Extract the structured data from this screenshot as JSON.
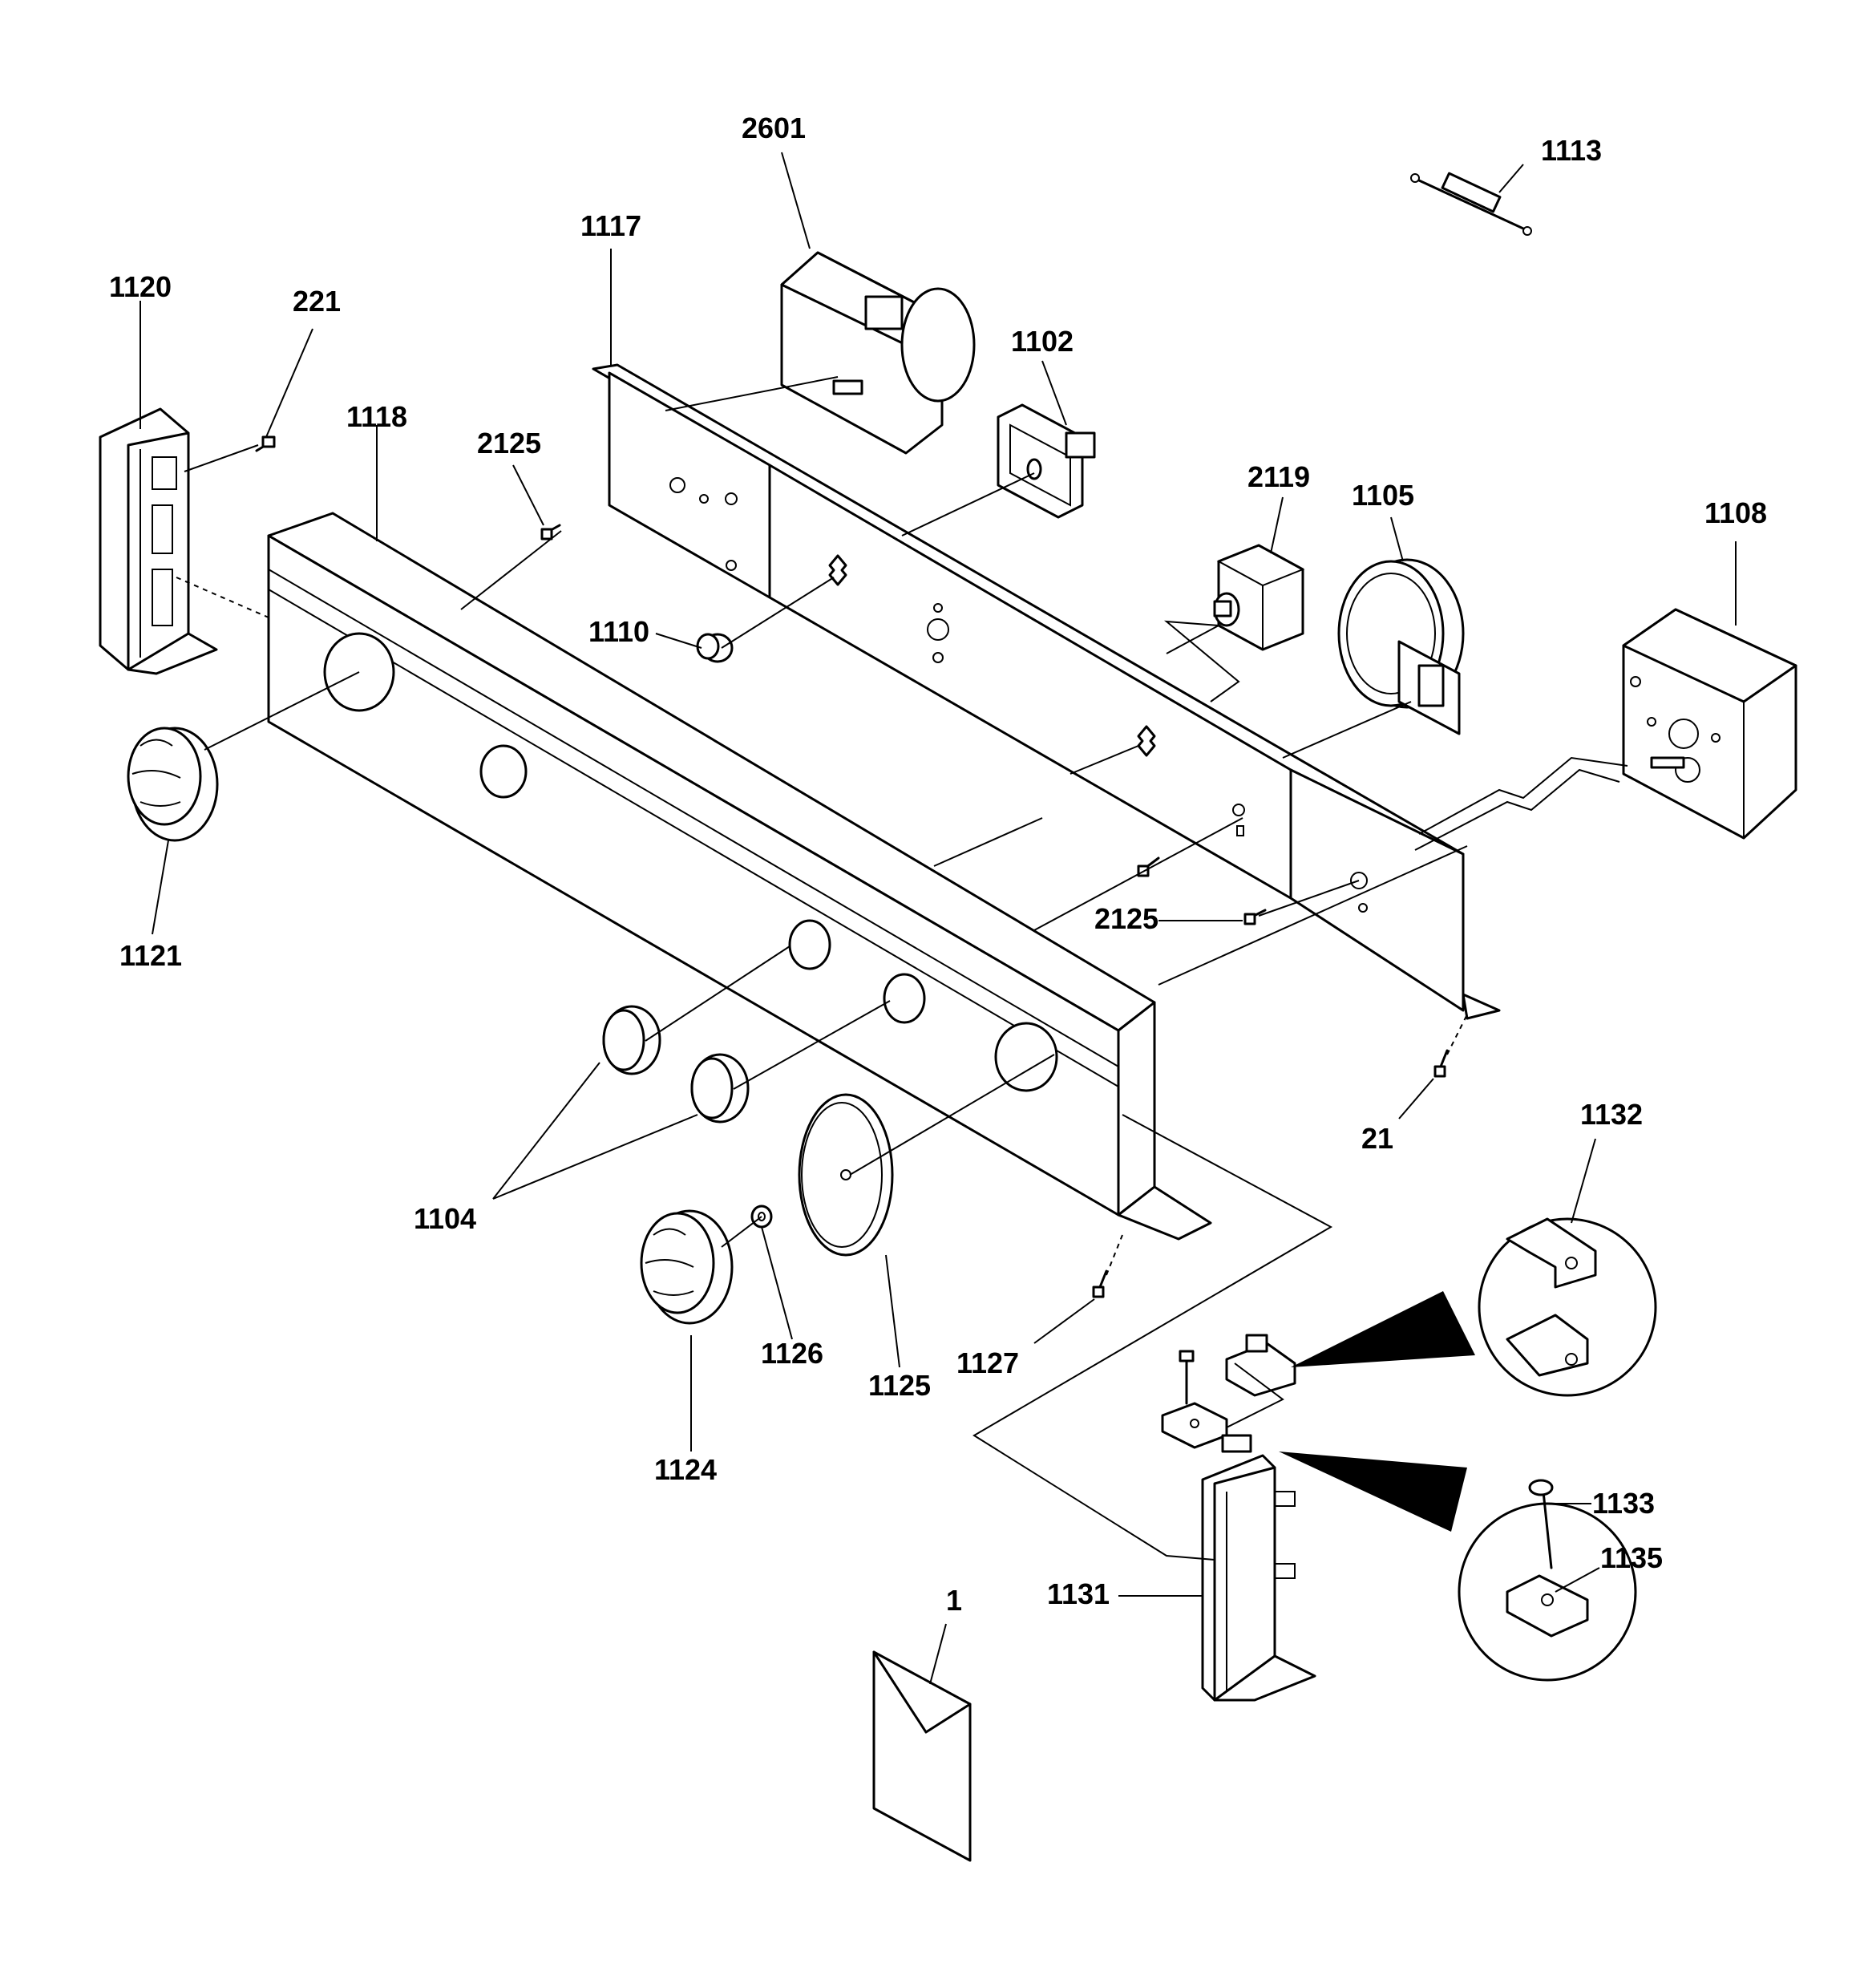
{
  "diagram": {
    "part_labels": {
      "p1": "1",
      "p21": "21",
      "p221": "221",
      "p1102": "1102",
      "p1104": "1104",
      "p1105": "1105",
      "p1108": "1108",
      "p1110": "1110",
      "p1113": "1113",
      "p1117": "1117",
      "p1118": "1118",
      "p1120": "1120",
      "p1121": "1121",
      "p1124": "1124",
      "p1125": "1125",
      "p1126": "1126",
      "p1127": "1127",
      "p1131": "1131",
      "p1132": "1132",
      "p1133": "1133",
      "p1135": "1135",
      "p2119": "2119",
      "p2125_left": "2125",
      "p2125_right": "2125",
      "p2601": "2601"
    }
  }
}
